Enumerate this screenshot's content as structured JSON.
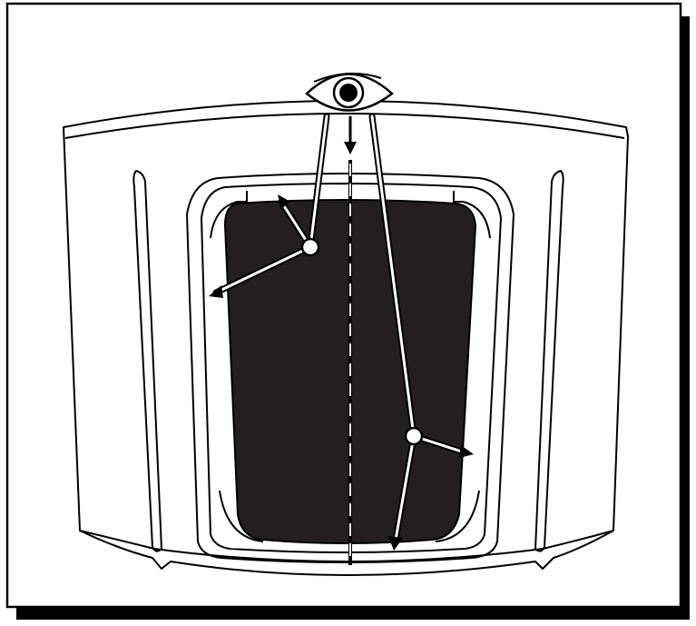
{
  "figure": {
    "subject": "vehicle-hood-with-black-center-panel",
    "icons": [
      "eye-icon",
      "light-ray-arrows",
      "centerline"
    ],
    "colors": {
      "outline": "#000000",
      "panel": "#231f20",
      "background": "#ffffff",
      "shadow": "#000000"
    }
  }
}
